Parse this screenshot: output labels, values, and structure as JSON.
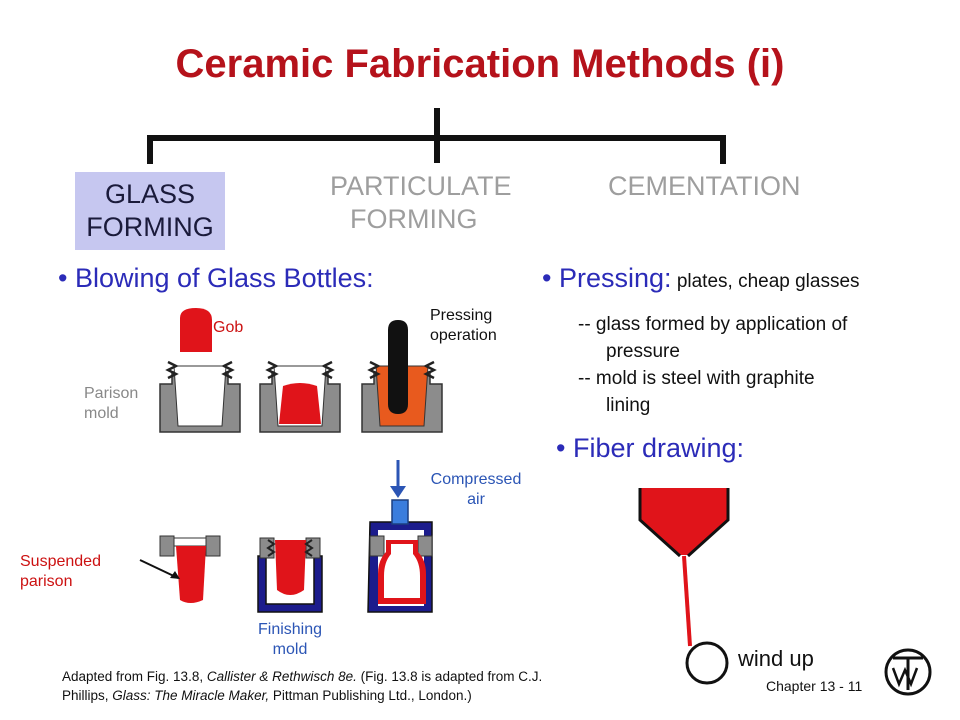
{
  "title": "Ceramic Fabrication Methods (i)",
  "categories": {
    "glass": [
      "GLASS",
      "FORMING"
    ],
    "particulate": [
      "PARTICULATE",
      "FORMING"
    ],
    "cementation": "CEMENTATION"
  },
  "left": {
    "bullet": "Blowing of Glass Bottles:",
    "labels": {
      "gob": "Gob",
      "pressing": [
        "Pressing",
        "operation"
      ],
      "parison_mold": [
        "Parison",
        "mold"
      ],
      "compressed_air": [
        "Compressed",
        "air"
      ],
      "suspended_parison": [
        "Suspended",
        "parison"
      ],
      "finishing_mold": [
        "Finishing",
        "mold"
      ]
    }
  },
  "right": {
    "pressing_head": "Pressing:",
    "pressing_tail": "plates, cheap glasses",
    "lines": [
      "-- glass formed by application of",
      "pressure",
      "-- mold is steel with graphite",
      "lining"
    ],
    "fiber": "Fiber drawing:",
    "wind_up": "wind up"
  },
  "caption": {
    "line1_a": "Adapted from Fig. 13.8, ",
    "line1_b": "Callister & Rethwisch 8e.",
    "line1_c": "  (Fig. 13.8 is adapted from C.J.",
    "line2_a": "Phillips, ",
    "line2_b": "Glass:  The Miracle Maker,",
    "line2_c": " Pittman Publishing Ltd., London.)"
  },
  "footer": "Chapter 13 - 11",
  "colors": {
    "title": "#b5121b",
    "glass": "#e0141a",
    "mold": "#8c8c8c",
    "blue": "#2b2bb8",
    "highlight": "#c6c7f0"
  }
}
